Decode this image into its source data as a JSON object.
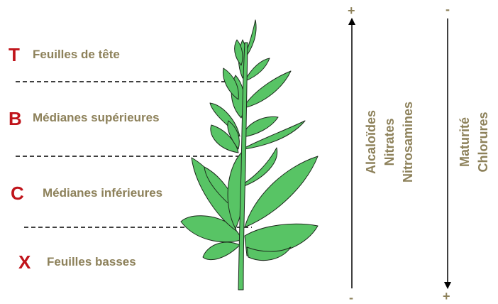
{
  "zones": [
    {
      "letter": "T",
      "label": "Feuilles de tête"
    },
    {
      "letter": "B",
      "label": "Médianes supérieures"
    },
    {
      "letter": "C",
      "label": "Médianes inférieures"
    },
    {
      "letter": "X",
      "label": "Feuilles basses"
    }
  ],
  "axis_left": {
    "top_sign": "+",
    "bottom_sign": "-",
    "labels": [
      "Alcaloïdes",
      "Nitrates",
      "Nitrosamines"
    ]
  },
  "axis_right": {
    "top_sign": "-",
    "bottom_sign": "+",
    "labels": [
      "Maturité",
      "Chlorures"
    ]
  },
  "colors": {
    "letter": "#c0141b",
    "label": "#8d815a",
    "leaf_fill": "#58c465",
    "leaf_stroke": "#1c2a1c"
  }
}
